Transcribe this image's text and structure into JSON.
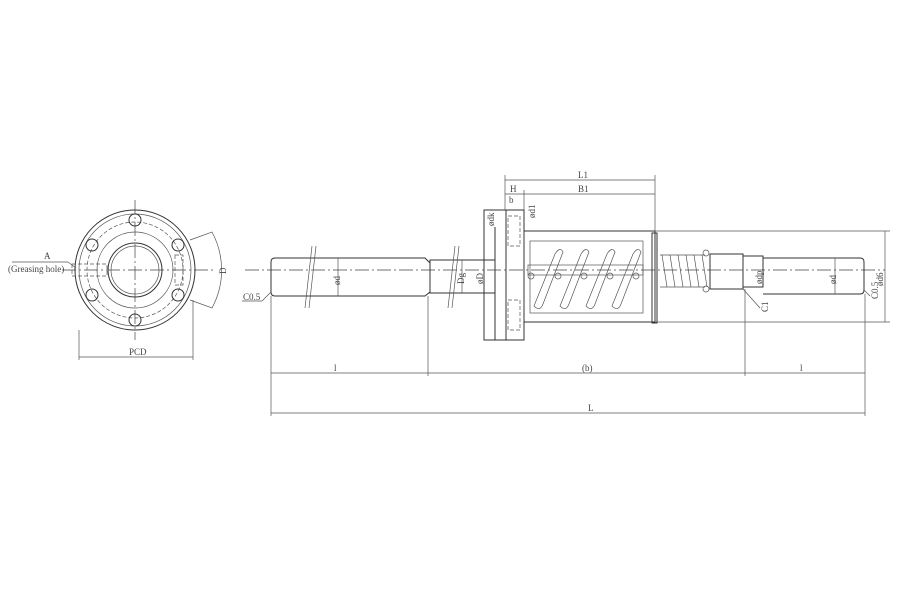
{
  "drawing": {
    "end_view": {
      "label_a": "A",
      "label_greasing": "(Greasing hole)",
      "label_pcd": "PCD",
      "label_d": "D"
    },
    "side_view": {
      "label_l1": "L1",
      "label_b1": "B1",
      "label_h": "H",
      "label_b": "b",
      "label_dd": "ød1",
      "label_dh": "ødk",
      "label_shaft_d": "ød",
      "label_dg": "Dg",
      "label_D": "øD",
      "label_dp": "ødp",
      "label_d2": "ød",
      "label_d6": "ød6",
      "chamfer_left": "C0.5",
      "chamfer_right": "C0.5",
      "chamfer_c1": "C1",
      "dim_l_left": "l",
      "dim_b": "(b)",
      "dim_l_right": "l",
      "dim_L": "L"
    }
  }
}
